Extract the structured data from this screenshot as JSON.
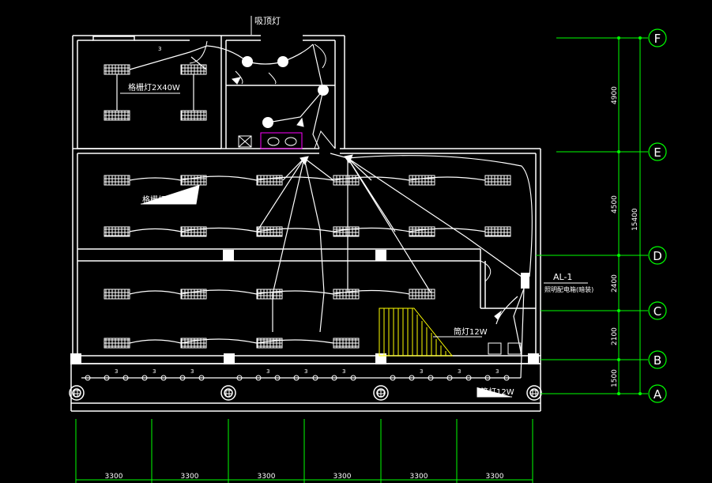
{
  "labels": {
    "ceiling_lamp": "吸顶灯",
    "grid_lamp_top": "格栅灯2X40W",
    "grid_lamp_main": "格栅灯2X40W",
    "panel_id": "AL-1",
    "panel_desc": "照明配电箱(暗装)",
    "downlight_stair": "筒灯12W",
    "downlight_front": "筒灯12W",
    "circuit_mark": "3"
  },
  "axes": {
    "rows": [
      {
        "id": "F",
        "label": "F"
      },
      {
        "id": "E",
        "label": "E"
      },
      {
        "id": "D",
        "label": "D"
      },
      {
        "id": "C",
        "label": "C"
      },
      {
        "id": "B",
        "label": "B"
      },
      {
        "id": "A",
        "label": "A"
      }
    ],
    "row_dims": [
      "4900",
      "4500",
      "2400",
      "2100",
      "1500"
    ],
    "total_dim": "15400",
    "col_dims": [
      "3300",
      "3300",
      "3300",
      "3300",
      "3300",
      "3300"
    ]
  },
  "colors": {
    "background": "#000000",
    "lines": "#ffffff",
    "dimension": "#00ff00",
    "stair": "#ffff00",
    "fixture_box": "#ff00ff"
  }
}
